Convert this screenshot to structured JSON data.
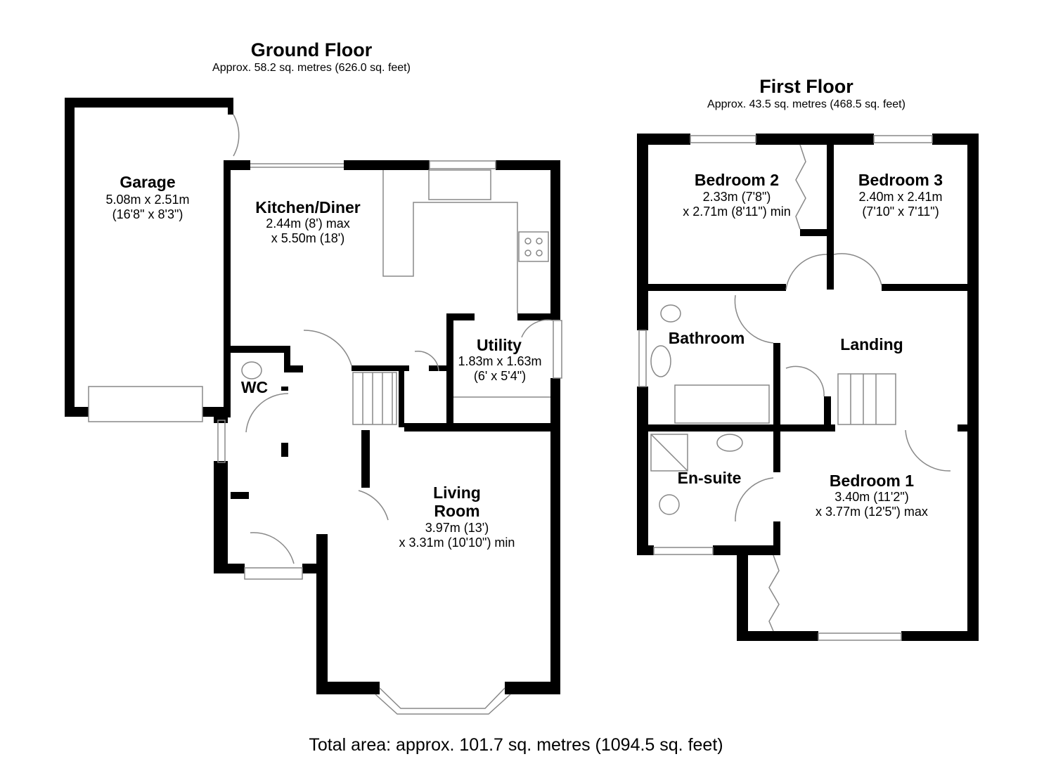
{
  "ground_floor": {
    "title": "Ground Floor",
    "area": "Approx. 58.2 sq. metres (626.0 sq. feet)",
    "rooms": {
      "garage": {
        "name": "Garage",
        "dim1": "5.08m x 2.51m",
        "dim2": "(16'8\" x 8'3\")"
      },
      "kitchen": {
        "name": "Kitchen/Diner",
        "dim1": "2.44m (8') max",
        "dim2": "x 5.50m (18')"
      },
      "utility": {
        "name": "Utility",
        "dim1": "1.83m x 1.63m",
        "dim2": "(6' x 5'4\")"
      },
      "wc": {
        "name": "WC"
      },
      "living": {
        "name1": "Living",
        "name2": "Room",
        "dim1": "3.97m (13')",
        "dim2": "x 3.31m (10'10\") min"
      }
    }
  },
  "first_floor": {
    "title": "First Floor",
    "area": "Approx. 43.5 sq. metres (468.5 sq. feet)",
    "rooms": {
      "bedroom2": {
        "name": "Bedroom 2",
        "dim1": "2.33m (7'8\")",
        "dim2": "x 2.71m (8'11\") min"
      },
      "bedroom3": {
        "name": "Bedroom 3",
        "dim1": "2.40m x 2.41m",
        "dim2": "(7'10\" x 7'11\")"
      },
      "bathroom": {
        "name": "Bathroom"
      },
      "landing": {
        "name": "Landing"
      },
      "ensuite": {
        "name": "En-suite"
      },
      "bedroom1": {
        "name": "Bedroom 1",
        "dim1": "3.40m (11'2\")",
        "dim2": "x 3.77m (12'5\") max"
      }
    }
  },
  "total_area": "Total area: approx. 101.7 sq. metres (1094.5 sq. feet)",
  "colors": {
    "wall": "#000000",
    "fixture": "#bbbbbb",
    "background": "#ffffff"
  }
}
